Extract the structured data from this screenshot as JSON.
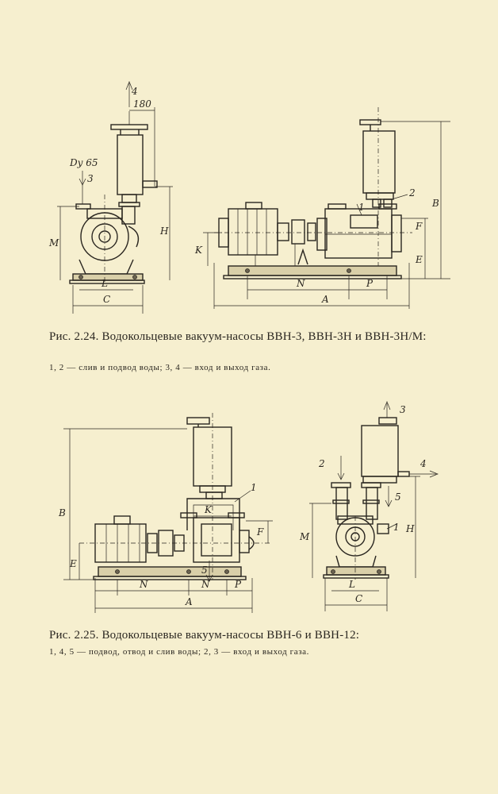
{
  "figure_224": {
    "caption": "Рис. 2.24. Водокольцевые вакуум-насосы ВВН-3, ВВН-3Н и ВВН-3Н/М:",
    "legend": "1, 2 — слив и подвод воды; 3, 4 — вход и выход газа.",
    "labels": {
      "out_gas": "4",
      "dim_180": "180",
      "dy65": "Dy 65",
      "in_gas": "3",
      "M": "M",
      "H": "H",
      "L": "L",
      "C": "C",
      "water_2": "2",
      "water_1": "1",
      "B": "B",
      "F": "F",
      "K": "K",
      "E": "E",
      "N": "N",
      "P": "P",
      "A": "A"
    }
  },
  "figure_225": {
    "caption": "Рис. 2.25. Водокольцевые вакуум-насосы ВВН-6 и ВВН-12:",
    "legend": "1, 4, 5 — подвод, отвод и слив воды; 2, 3 — вход и выход газа.",
    "labels": {
      "B": "B",
      "water_1": "1",
      "K": "K",
      "F": "F",
      "E": "E",
      "drain_5": "5",
      "N1": "N",
      "N2": "N",
      "P": "P",
      "A": "A",
      "gas_3": "3",
      "gas_2": "2",
      "water_4": "4",
      "water_5": "5",
      "water_1b": "1",
      "M": "M",
      "H": "H",
      "L": "L",
      "C": "C"
    }
  }
}
